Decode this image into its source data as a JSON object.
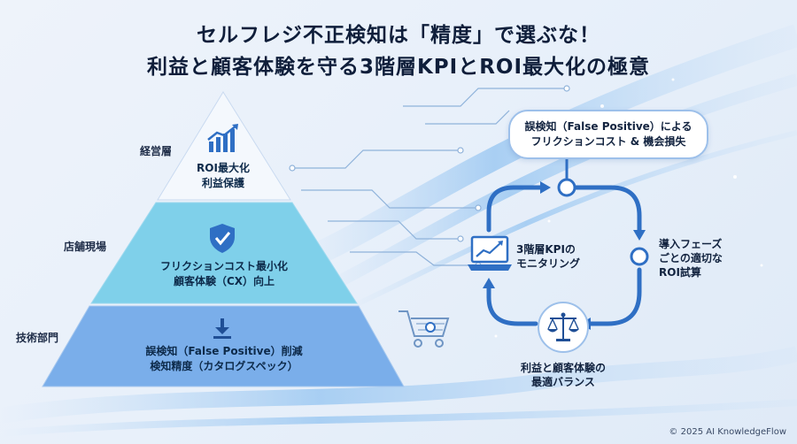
{
  "title": {
    "line1": "セルフレジ不正検知は「精度」で選ぶな！",
    "line2": "利益と顧客体験を守る3階層KPIとROI最大化の極意"
  },
  "pyramid": {
    "tier1": {
      "side_label": "経営層",
      "line1": "ROI最大化",
      "line2": "利益保護",
      "icon": "chart-up-icon"
    },
    "tier2": {
      "side_label": "店舗現場",
      "line1": "フリクションコスト最小化",
      "line2": "顧客体験（CX）向上",
      "icon": "shield-check-icon"
    },
    "tier3": {
      "side_label": "技術部門",
      "line1": "誤検知（False Positive）削減",
      "line2": "検知精度（カタログスペック）",
      "icon": "download-arrow-icon"
    }
  },
  "cycle": {
    "bubble": {
      "line1": "誤検知（False Positive）による",
      "line2": "フリクションコスト & 機会損失"
    },
    "monitor": {
      "line1": "3階層KPIの",
      "line2": "モニタリング",
      "icon": "laptop-chart-icon"
    },
    "right": {
      "line1": "導入フェーズ",
      "line2": "ごとの適切な",
      "line3": "ROI試算"
    },
    "balance": {
      "line1": "利益と顧客体験の",
      "line2": "最適バランス",
      "icon": "scales-icon"
    }
  },
  "decor": {
    "cart_icon": "shopping-cart-icon"
  },
  "footer": {
    "copyright": "© 2025 AI KnowledgeFlow"
  },
  "colors": {
    "accent": "#2f6fc4",
    "tier_top": "#f4f8fd",
    "tier_mid": "#7fd0ea",
    "tier_bottom": "#7aaeea"
  }
}
